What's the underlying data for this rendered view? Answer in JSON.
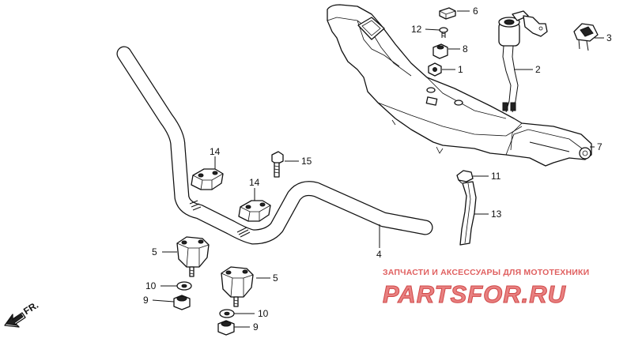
{
  "diagram": {
    "callouts": [
      "1",
      "2",
      "3",
      "4",
      "5",
      "5",
      "6",
      "7",
      "8",
      "9",
      "9",
      "10",
      "10",
      "11",
      "12",
      "13",
      "14",
      "14",
      "15"
    ],
    "direction_label": "FR."
  },
  "watermark": {
    "caption": "ЗАПЧАСТИ И АКСЕССУАРЫ ДЛЯ МОТОТЕХНИКИ",
    "logo_text": "PARTSFOR.RU"
  },
  "colors": {
    "ink": "#111111",
    "watermark": "#e06060"
  }
}
